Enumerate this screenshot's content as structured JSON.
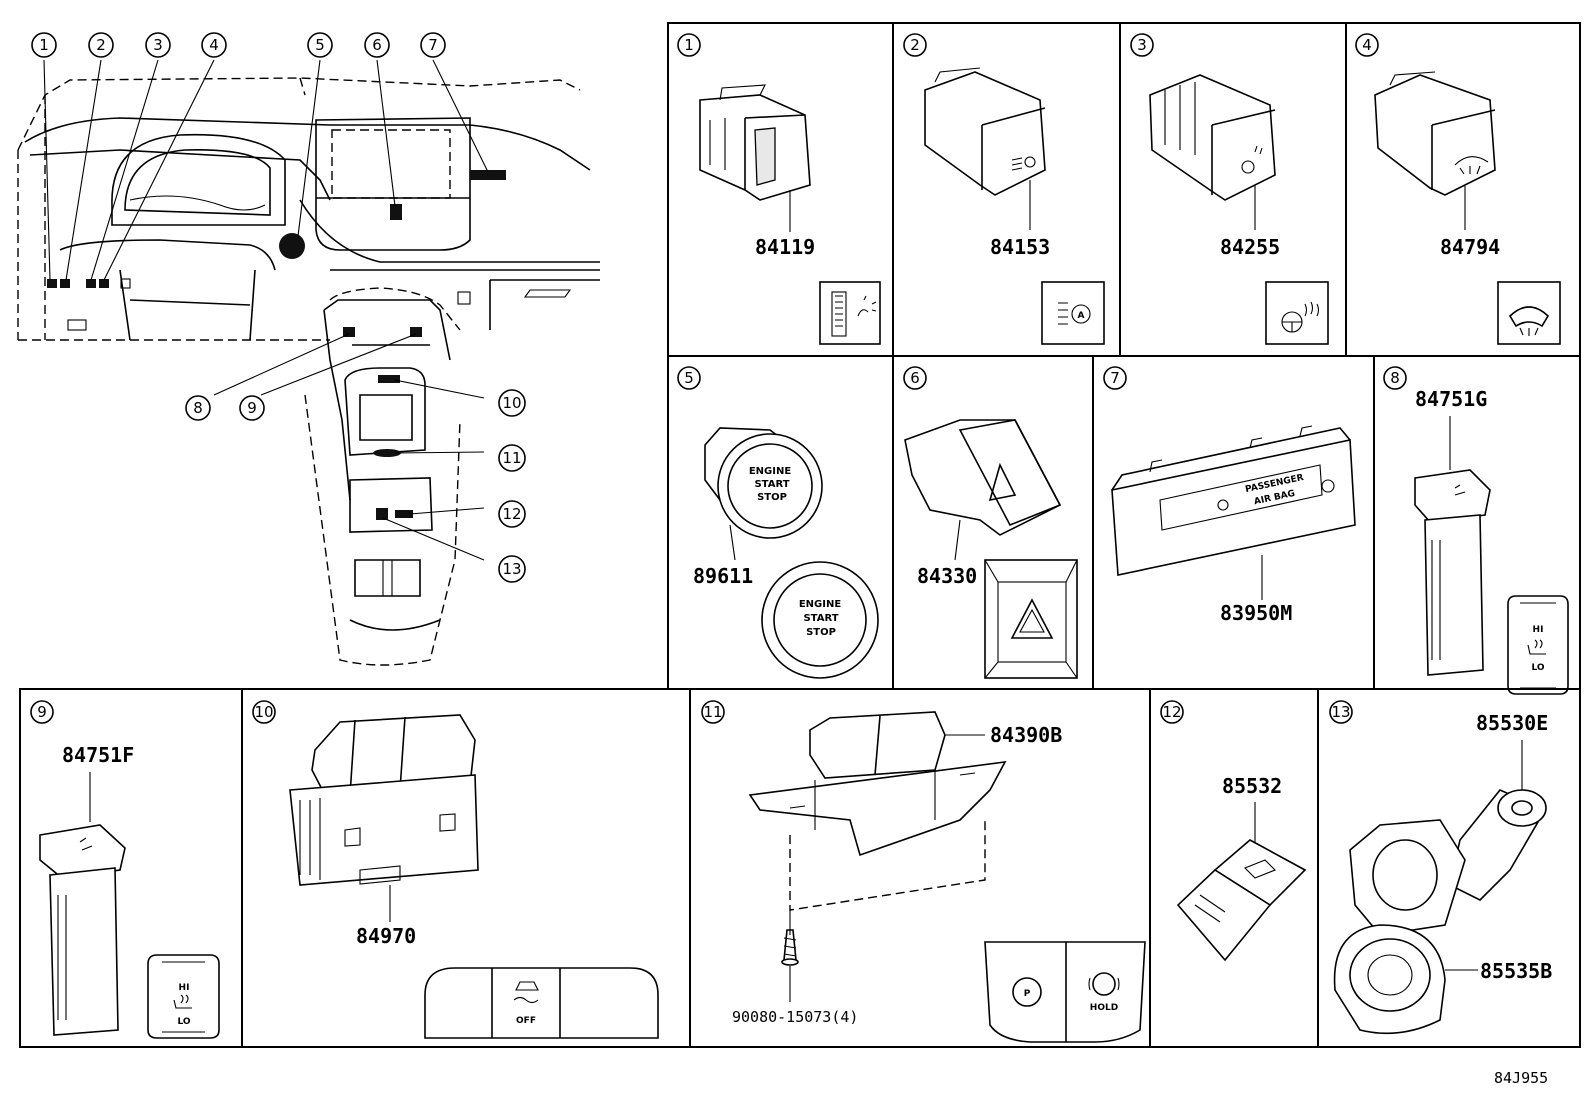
{
  "diagram": {
    "overview_callouts": [
      {
        "num": "1"
      },
      {
        "num": "2"
      },
      {
        "num": "3"
      },
      {
        "num": "4"
      },
      {
        "num": "5"
      },
      {
        "num": "6"
      },
      {
        "num": "7"
      },
      {
        "num": "8"
      },
      {
        "num": "9"
      },
      {
        "num": "10"
      },
      {
        "num": "11"
      },
      {
        "num": "12"
      },
      {
        "num": "13"
      }
    ],
    "panels": [
      {
        "num": "1",
        "parts": [
          "84119"
        ]
      },
      {
        "num": "2",
        "parts": [
          "84153"
        ]
      },
      {
        "num": "3",
        "parts": [
          "84255"
        ]
      },
      {
        "num": "4",
        "parts": [
          "84794"
        ]
      },
      {
        "num": "5",
        "parts": [
          "89611"
        ]
      },
      {
        "num": "6",
        "parts": [
          "84330"
        ]
      },
      {
        "num": "7",
        "parts": [
          "83950M"
        ]
      },
      {
        "num": "8",
        "parts": [
          "84751G"
        ]
      },
      {
        "num": "9",
        "parts": [
          "84751F"
        ]
      },
      {
        "num": "10",
        "parts": [
          "84970"
        ]
      },
      {
        "num": "11",
        "parts": [
          "84390B",
          "90080-15073(4)"
        ]
      },
      {
        "num": "12",
        "parts": [
          "85532"
        ]
      },
      {
        "num": "13",
        "parts": [
          "85530E",
          "85535B"
        ]
      }
    ],
    "labels": {
      "engine": "ENGINE",
      "start": "START",
      "stop": "STOP",
      "passenger": "PASSENGER",
      "airbag": "AIR BAG",
      "hi": "HI",
      "lo": "LO",
      "off": "OFF",
      "hold": "HOLD",
      "p": "P"
    },
    "reference_code": "84J955",
    "icons": [
      "dimmer-icon",
      "headlamp-auto-icon",
      "heated-steering-icon",
      "windshield-deicer-icon",
      "hazard-icon",
      "seat-heater-icon",
      "traction-off-icon",
      "parking-brake-icon",
      "brake-hold-icon"
    ]
  }
}
